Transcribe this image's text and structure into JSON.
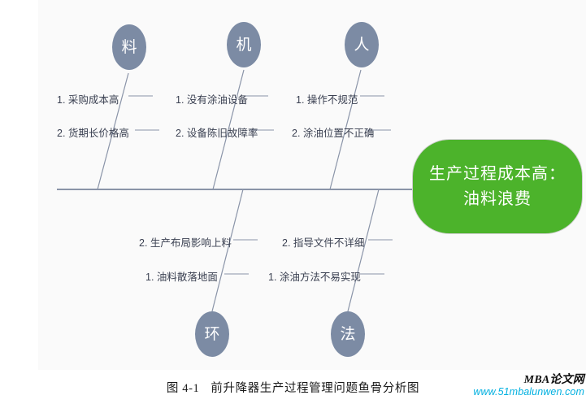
{
  "figure": {
    "caption_number": "图 4-1",
    "caption_title": "前升降器生产过程管理问题鱼骨分析图",
    "background_color": "#fafafa",
    "page_color": "#ffffff"
  },
  "colors": {
    "bubble_fill": "#7c8ba4",
    "bubble_text": "#ffffff",
    "effect_fill": "#4cb32b",
    "effect_text": "#ffffff",
    "line_color": "#8a94a8",
    "cause_text": "#3b4152",
    "watermark_url": "#00b0e0"
  },
  "diagram": {
    "type": "fishbone",
    "effect": {
      "line1": "生产过程成本高：",
      "line2": "油料浪费"
    },
    "categories": [
      {
        "id": "liao",
        "label": "料",
        "position": "top",
        "causes": [
          {
            "number": "1.",
            "text": "采购成本高",
            "full": "1. 采购成本高"
          },
          {
            "number": "2.",
            "text": "货期长价格高",
            "full": "2. 货期长价格高"
          }
        ]
      },
      {
        "id": "ji",
        "label": "机",
        "position": "top",
        "causes": [
          {
            "number": "1.",
            "text": "没有涂油设备",
            "full": "1. 没有涂油设备"
          },
          {
            "number": "2.",
            "text": "设备陈旧故障率",
            "full": "2. 设备陈旧故障率"
          }
        ]
      },
      {
        "id": "ren",
        "label": "人",
        "position": "top",
        "causes": [
          {
            "number": "1.",
            "text": "操作不规范",
            "full": "1. 操作不规范"
          },
          {
            "number": "2.",
            "text": "涂油位置不正确",
            "full": "2. 涂油位置不正确"
          }
        ]
      },
      {
        "id": "huan",
        "label": "环",
        "position": "bottom",
        "causes": [
          {
            "number": "2.",
            "text": "生产布局影响上料",
            "full": "2. 生产布局影响上料"
          },
          {
            "number": "1.",
            "text": "油料散落地面",
            "full": "1. 油料散落地面"
          }
        ]
      },
      {
        "id": "fa",
        "label": "法",
        "position": "bottom",
        "causes": [
          {
            "number": "2.",
            "text": "指导文件不详细",
            "full": "2. 指导文件不详细"
          },
          {
            "number": "1.",
            "text": "涂油方法不易实现",
            "full": "1. 涂油方法不易实现"
          }
        ]
      }
    ]
  },
  "watermark": {
    "brand": "MBA论文网",
    "url": "www.51mbalunwen.com"
  }
}
